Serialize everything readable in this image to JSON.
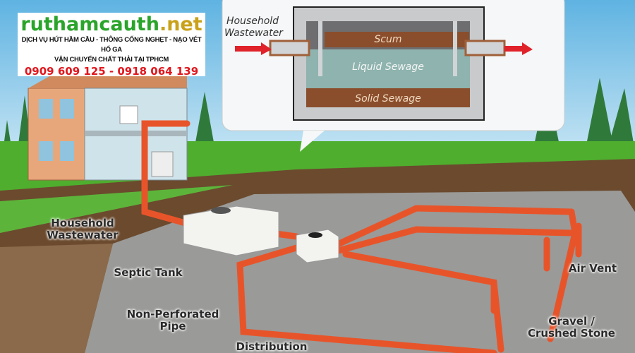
{
  "logo": {
    "site_name": "ruthamcauth",
    "site_tld": ".net",
    "services_line": "DỊCH VỤ HÚT HẦM CẦU - THÔNG CỐNG NGHẸT - NẠO VÉT HỐ GA",
    "transport_line": "VẬN CHUYỂN CHẤT THẢI TẠI TPHCM",
    "phone": "0909 609 125 - 0918  064 139"
  },
  "tank_detail": {
    "inlet_label": "Household Wastewater",
    "layers": [
      "Scum",
      "Liquid Sewage",
      "Solid Sewage"
    ]
  },
  "labels": {
    "household_wastewater": "Household Wastewater",
    "septic_tank": "Septic Tank",
    "non_perforated_pipe": "Non-Perforated Pipe",
    "distribution": "Distribution",
    "air_vent": "Air Vent",
    "gravel": "Gravel / Crushed Stone"
  },
  "colors": {
    "pipe": "#e8542a",
    "sky": "#7fc3e6",
    "grass": "#4fae2e",
    "gravel": "#9a9a98",
    "logo_green": "#2aa42a",
    "logo_red": "#e0161d"
  }
}
